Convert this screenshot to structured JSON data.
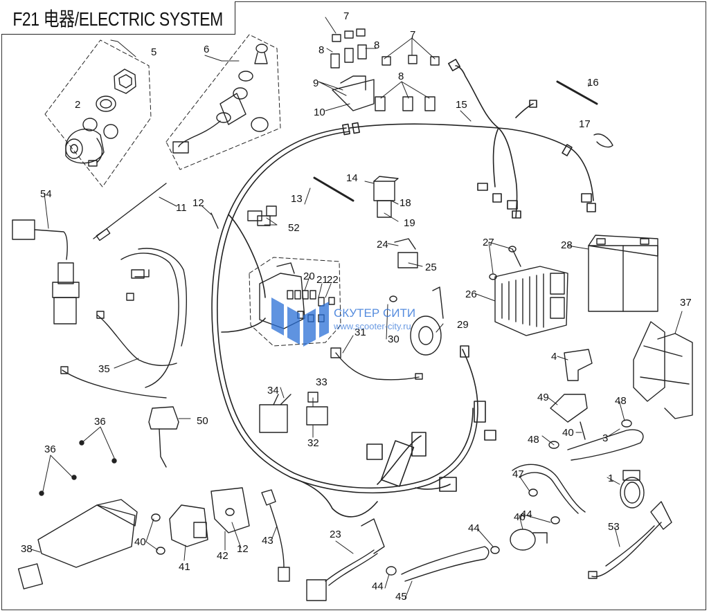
{
  "title": "F21 电器/ELECTRIC SYSTEM",
  "watermark": {
    "line1": "СКУТЕР СИТИ",
    "line2": "www.scooter-city.ru",
    "color": "#2a6fd6"
  },
  "callouts": [
    "1",
    "2",
    "3",
    "4",
    "5",
    "6",
    "7",
    "7",
    "8",
    "8",
    "8",
    "9",
    "10",
    "11",
    "12",
    "12",
    "13",
    "14",
    "15",
    "16",
    "17",
    "18",
    "19",
    "20",
    "21",
    "22",
    "23",
    "24",
    "25",
    "26",
    "27",
    "28",
    "29",
    "30",
    "31",
    "32",
    "33",
    "34",
    "35",
    "36",
    "36",
    "37",
    "38",
    "40",
    "40",
    "41",
    "42",
    "43",
    "44",
    "44",
    "44",
    "45",
    "46",
    "47",
    "48",
    "48",
    "49",
    "50",
    "52",
    "53",
    "54"
  ],
  "icons": [
    "harness",
    "battery",
    "horn",
    "regulator",
    "relay",
    "cdi-box",
    "switch",
    "ignition-coil",
    "fuse-box",
    "lock-set",
    "bracket",
    "hose"
  ]
}
